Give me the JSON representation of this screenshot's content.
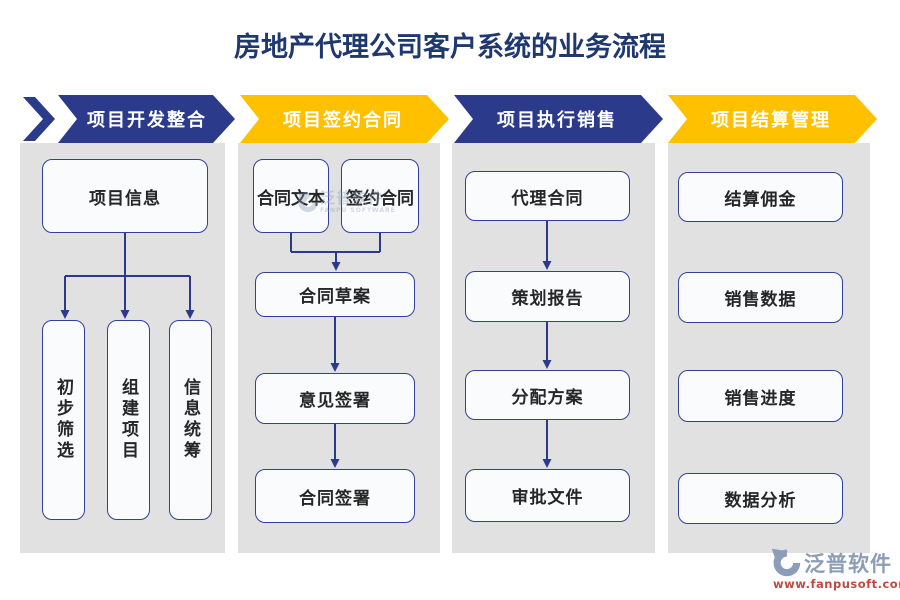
{
  "title": "房地产代理公司客户系统的业务流程",
  "columns": [
    {
      "header": "项目开发整合",
      "color": "blue",
      "boxes": [
        "项目信息",
        "初步筛选",
        "组建项目",
        "信息统筹"
      ]
    },
    {
      "header": "项目签约合同",
      "color": "yellow",
      "boxes": [
        "合同文本",
        "签约合同",
        "合同草案",
        "意见签署",
        "合同签署"
      ]
    },
    {
      "header": "项目执行销售",
      "color": "blue",
      "boxes": [
        "代理合同",
        "策划报告",
        "分配方案",
        "审批文件"
      ]
    },
    {
      "header": "项目结算管理",
      "color": "yellow",
      "boxes": [
        "结算佣金",
        "销售数据",
        "销售进度",
        "数据分析"
      ]
    }
  ],
  "watermark": {
    "brand": "泛普软件",
    "sub": "FANPU SOFTWARE"
  },
  "footer": {
    "brand": "泛普软件",
    "url": "www.fanpusoft.com"
  },
  "colors": {
    "banner_blue": "#2C3A8C",
    "banner_yellow": "#FFC000",
    "panel_gray": "#E1E1E2",
    "box_border": "#32409B",
    "connector": "#2C3A8C",
    "title_text": "#1F3870",
    "logo_blue": "#8C9DB8",
    "logo_red": "#BE4B40"
  }
}
